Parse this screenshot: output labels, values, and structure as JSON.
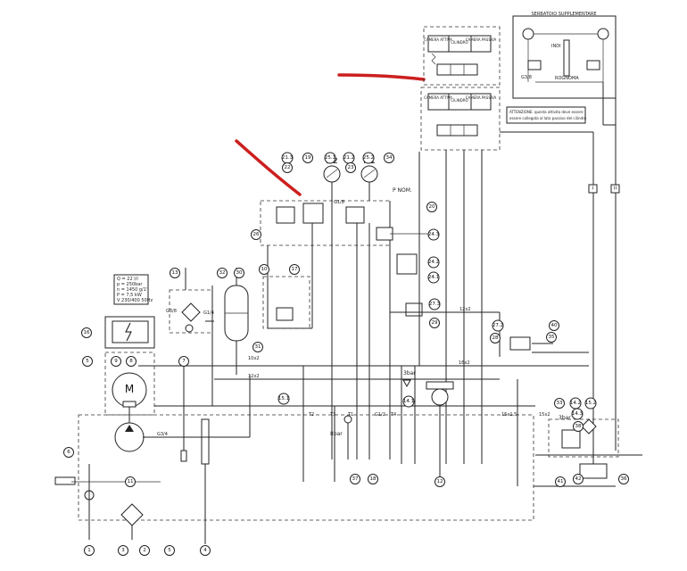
{
  "tank_box": {
    "title": "SERBATOIO SUPPLEMENTARE",
    "label_a": "INDI",
    "label_b": "ROGNOMA"
  },
  "cylinder_top": {
    "left": "CAMERA ATTIVA",
    "mid": "CILINDRO",
    "right": "CAMERA PASSIVA"
  },
  "cylinder_bottom": {
    "left": "CAMERA ATTIVA",
    "mid": "CILINDRO",
    "right": "CAMERA PASSIVA"
  },
  "note_text": [
    "ATTENZIONE: questa attivita deve essere",
    "essere collegata al lato passivo del cilindro"
  ],
  "specs": [
    "Q = 22 l/l",
    "p = 250bar",
    "n = 1450 g/1'",
    "P = 7,5 kW",
    "V 230/400 50Hz"
  ],
  "motor_letter": "M",
  "gauges": {
    "m2": "M2",
    "m1": "M1"
  },
  "pressure_label": "P NOM.",
  "valve_labels": {
    "upper": "3bar",
    "lower": "3bar",
    "bottom": "8bar"
  },
  "port_labels": [
    "T2",
    "T3",
    "T1",
    "T4"
  ],
  "pipe_labels": [
    "G3/8",
    "G1/4",
    "G3/4",
    "G1/2",
    "G1/8",
    "16x2",
    "12x2",
    "10x2",
    "15x2",
    "12x2",
    "15x1,5",
    "G3/8"
  ],
  "bubbles": {
    "b1": "1",
    "b2": "2",
    "b3": "3",
    "b4": "4",
    "b5": "5",
    "b6": "6",
    "b7": "7",
    "b9": "9",
    "b8": "8",
    "b11": "11",
    "b13": "13",
    "b16": "16",
    "b5b": "5",
    "b32": "32",
    "b30": "30",
    "b31": "31",
    "b10": "10",
    "b17": "17",
    "b26": "26",
    "b21_3": "21.3",
    "b22": "22",
    "b19": "19",
    "b25_1": "25.1",
    "b21_2": "21.2",
    "b23": "23",
    "b25_2": "25.2",
    "b34": "34",
    "b20": "20",
    "b24_3": "24.3",
    "b24_2": "24.2",
    "b24_1": "24.1",
    "b27_3": "27.3",
    "b29": "29",
    "b27_2": "27.2",
    "b28": "28",
    "b40": "40",
    "b35": "35",
    "b14_1": "14.1",
    "b15_1": "15.1",
    "b14_2": "14.2",
    "b15_2": "15.2",
    "b33": "33",
    "b14_3": "14.3",
    "b41": "41",
    "b42": "42",
    "b37": "37",
    "b36": "36",
    "b38": "38",
    "b18": "18",
    "b12": "12",
    "bI": "I",
    "bII": "II"
  },
  "colors": {
    "annotation_arrow": "#cc1f1f",
    "line": "#222222"
  }
}
